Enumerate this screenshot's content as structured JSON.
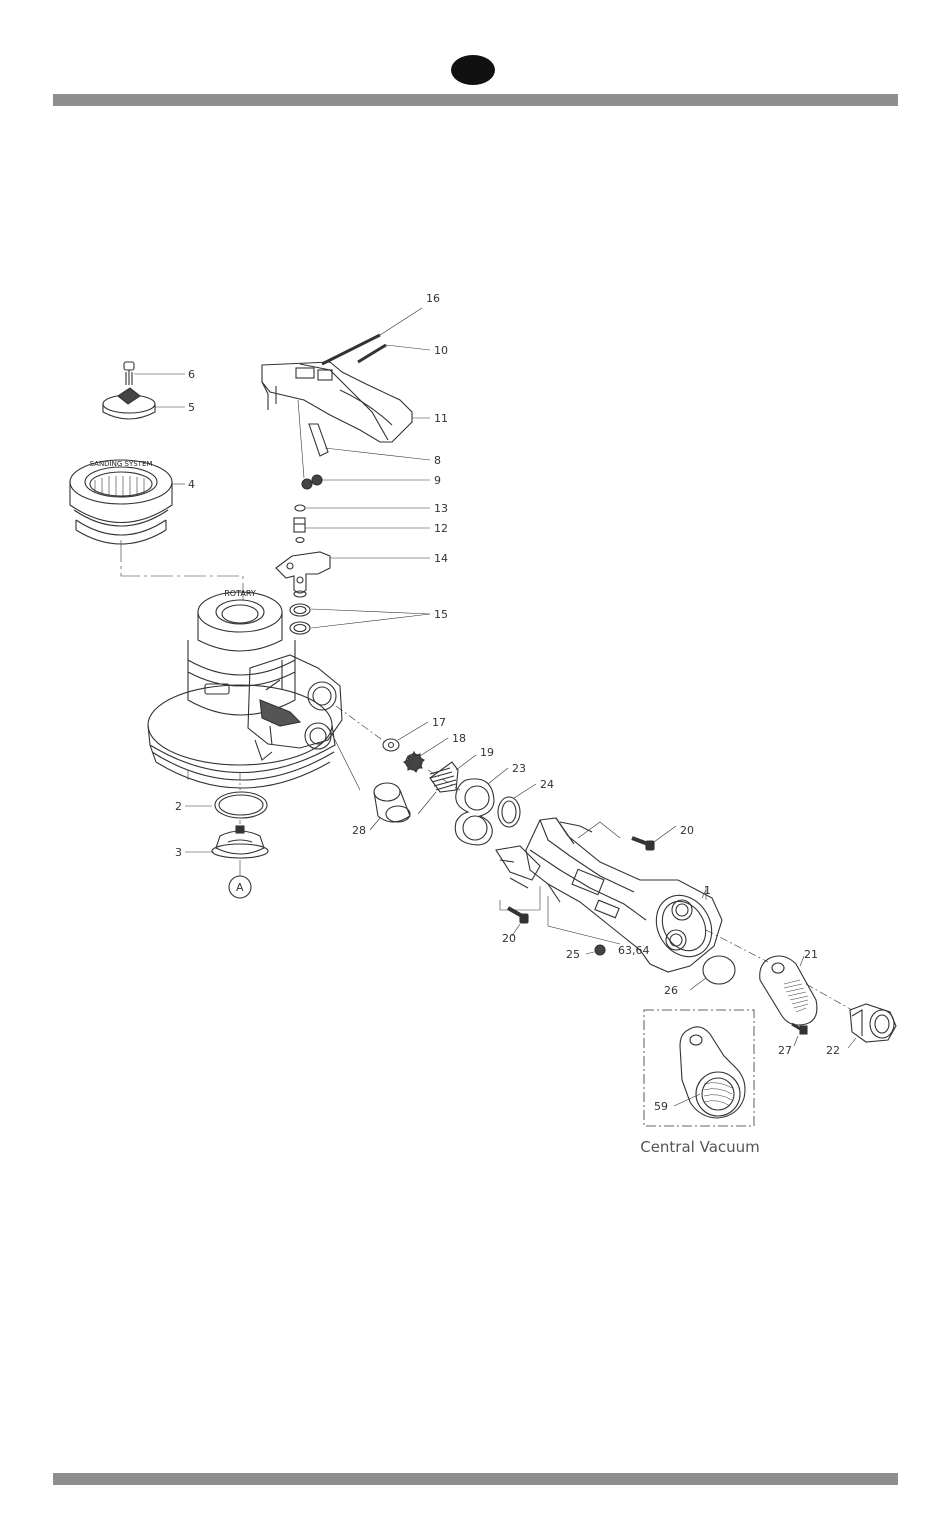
{
  "labels": {
    "p1": "1",
    "p2": "2",
    "p3": "3",
    "p4": "4",
    "p5": "5",
    "p6": "6",
    "p8": "8",
    "p9": "9",
    "p10": "10",
    "p11": "11",
    "p12": "12",
    "p13": "13",
    "p14": "14",
    "p15": "15",
    "p16": "16",
    "p17": "17",
    "p18": "18",
    "p19": "19",
    "p20a": "20",
    "p20b": "20",
    "p21": "21",
    "p22": "22",
    "p23": "23",
    "p24": "24",
    "p25": "25",
    "p26": "26",
    "p27": "27",
    "p28": "28",
    "p59": "59",
    "p6364": "63,64",
    "detail_a": "A"
  },
  "tool_text": {
    "cap_rotary": "ROTARY",
    "ring_text": "SANDING SYSTEM"
  },
  "caption": "Central Vacuum"
}
